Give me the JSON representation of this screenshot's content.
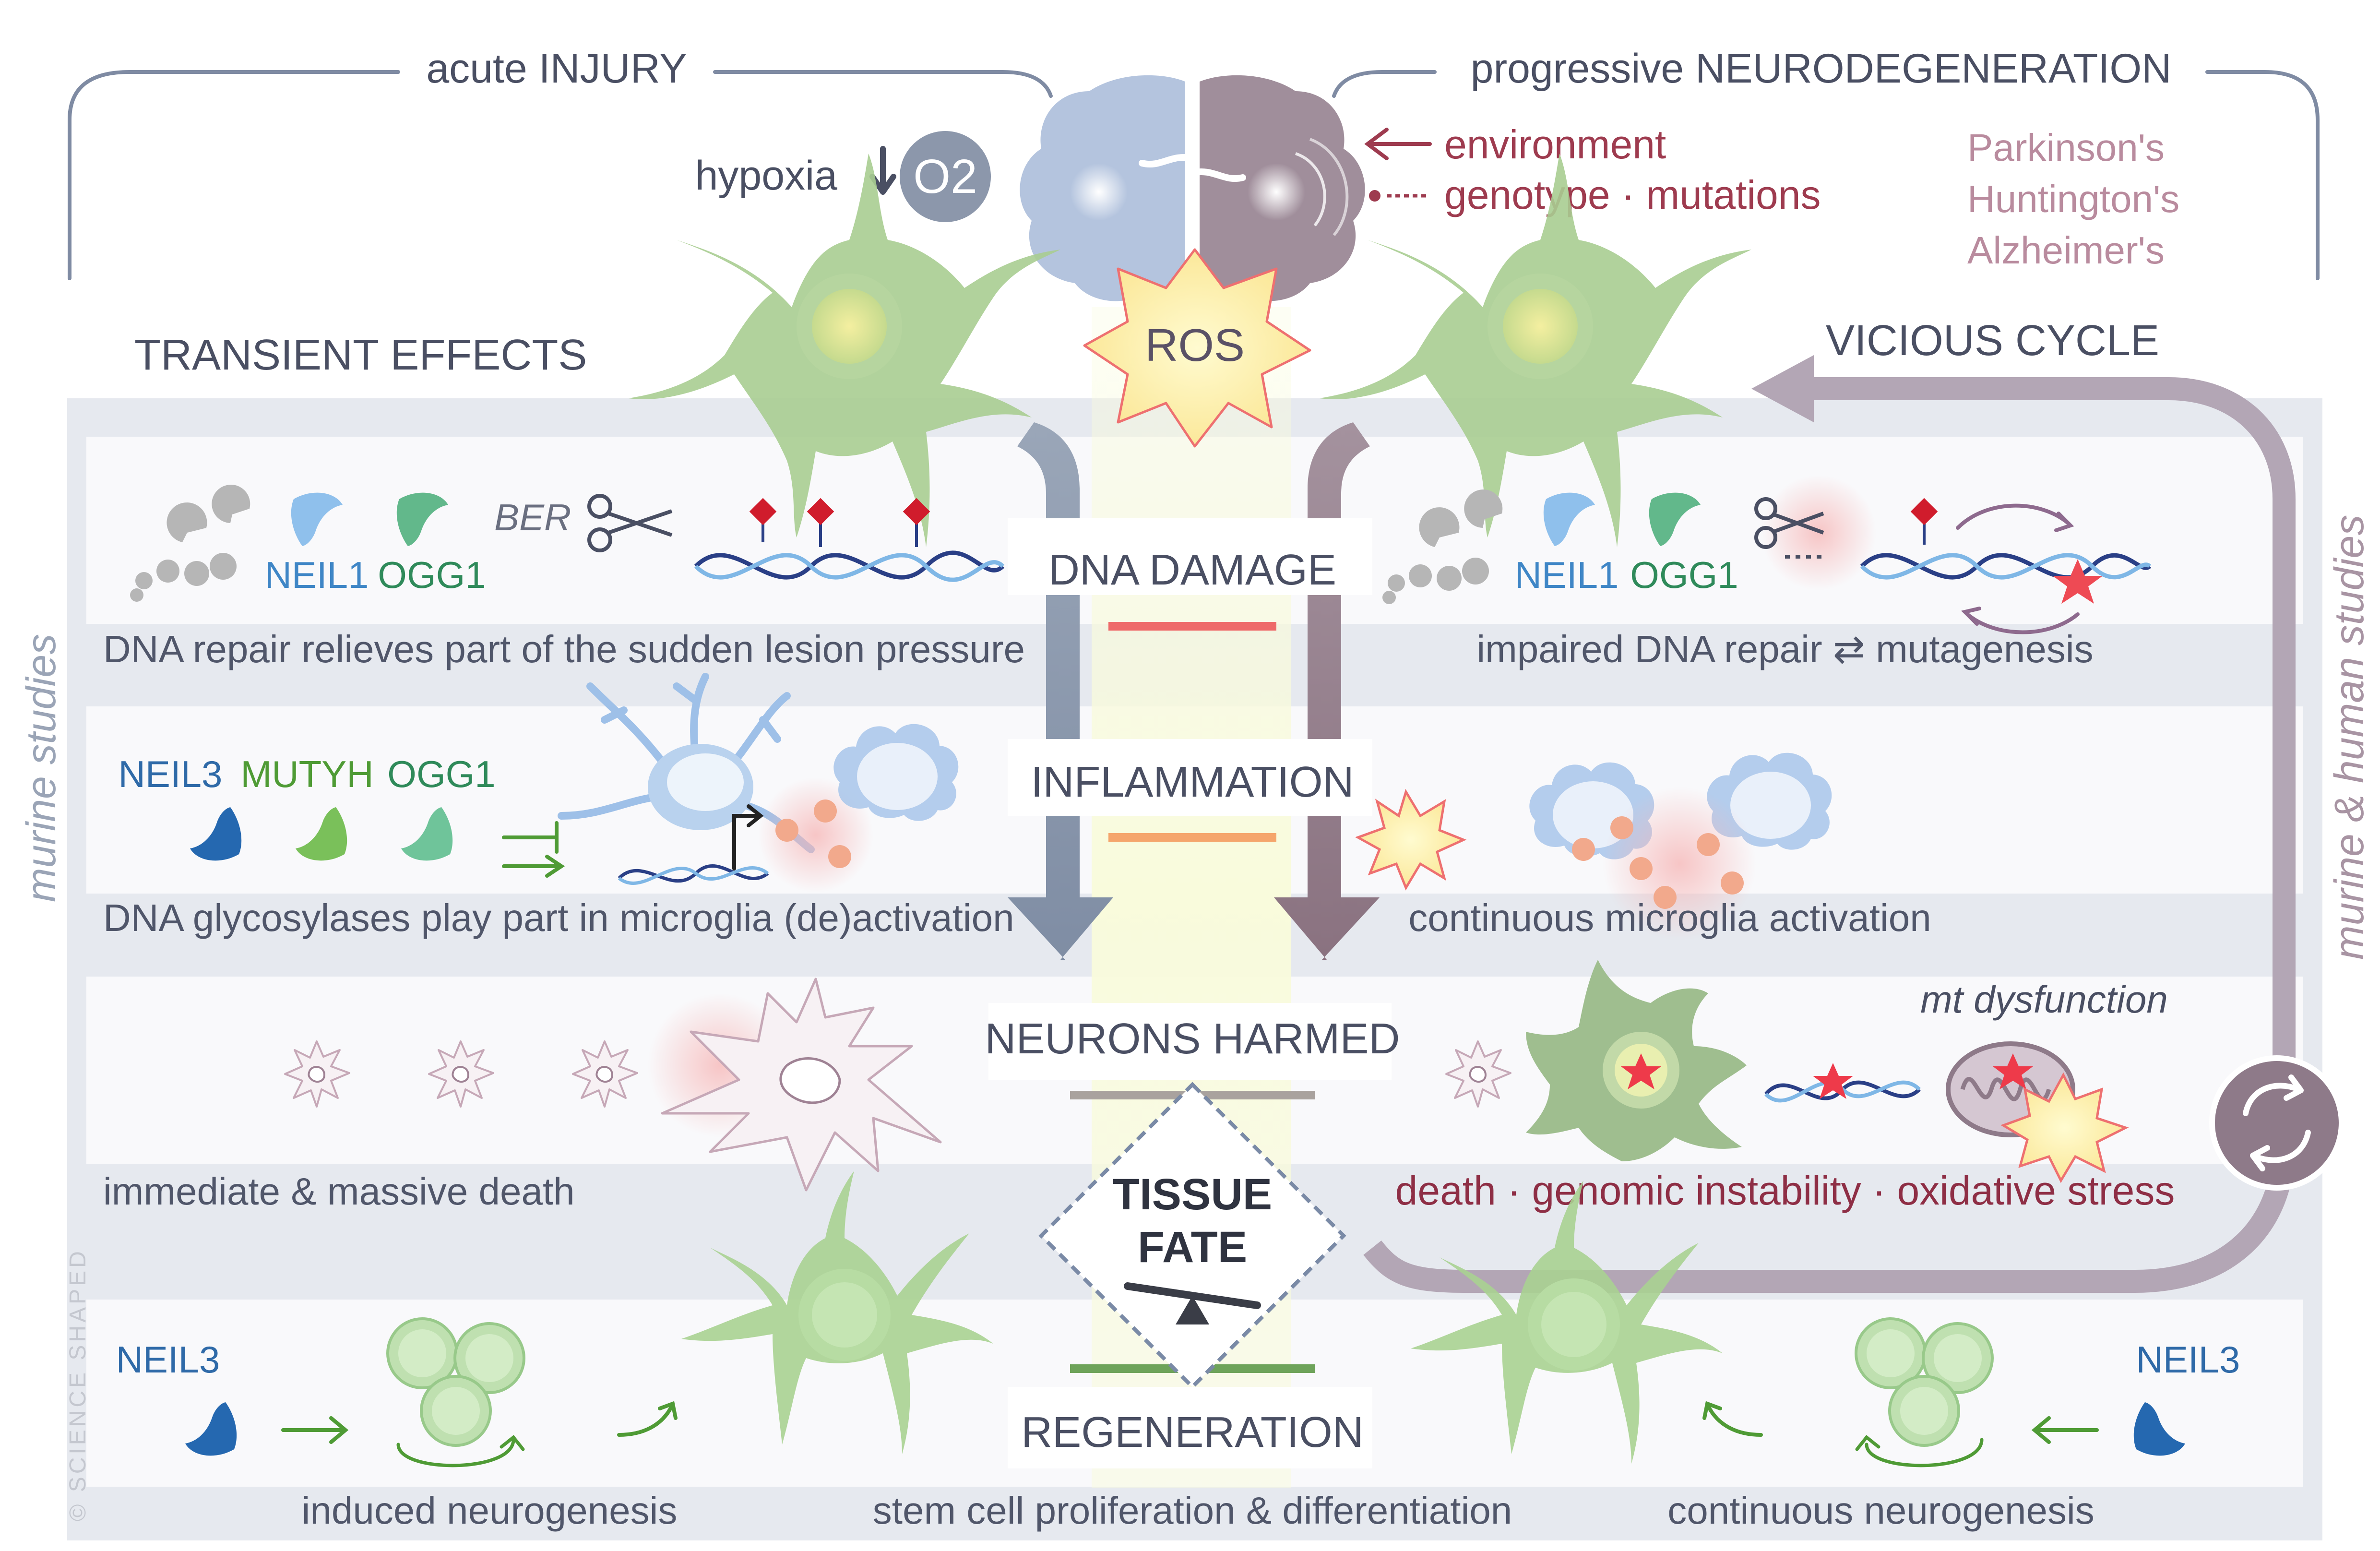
{
  "header": {
    "left_title": "acute INJURY",
    "right_title": "progressive NEURODEGENERATION"
  },
  "hypoxia": {
    "label": "hypoxia",
    "oxygen": "O2"
  },
  "risk_factors": {
    "environment": "environment",
    "genotype": "genotype · mutations"
  },
  "diseases": [
    "Parkinson's",
    "Huntington's",
    "Alzheimer's"
  ],
  "ros_label": "ROS",
  "side_labels": {
    "left_heading": "TRANSIENT EFFECTS",
    "right_heading": "VICIOUS CYCLE",
    "left_vertical": "murine studies",
    "right_vertical": "murine & human studies"
  },
  "rows": {
    "dna_damage": {
      "title": "DNA DAMAGE",
      "left_enzymes": [
        "NEIL1",
        "OGG1"
      ],
      "ber": "BER",
      "right_enzymes": [
        "NEIL1",
        "OGG1"
      ],
      "left_caption": "DNA repair relieves part of the sudden lesion pressure",
      "right_caption": "impaired DNA repair ⇄ mutagenesis"
    },
    "inflammation": {
      "title": "INFLAMMATION",
      "left_enzymes": [
        "NEIL3",
        "MUTYH",
        "OGG1"
      ],
      "left_caption": "DNA glycosylases play part in microglia (de)activation",
      "right_caption": "continuous microglia activation"
    },
    "neurons": {
      "title": "NEURONS HARMED",
      "mt_label": "mt dysfunction",
      "left_caption": "immediate & massive death",
      "right_caption": "death · genomic instability · oxidative stress"
    },
    "tissue_fate": {
      "line1": "TISSUE",
      "line2": "FATE"
    },
    "regeneration": {
      "title": "REGENERATION",
      "left_enzyme": "NEIL3",
      "right_enzyme": "NEIL3",
      "left_caption": "induced neurogenesis",
      "center_caption": "stem cell proliferation & differentiation",
      "right_caption": "continuous neurogenesis"
    }
  },
  "watermark": "© SCIENCE SHAPED",
  "colors": {
    "neil1": "#3f86c6",
    "ogg1": "#2f8a5a",
    "mutyh": "#4f9b35",
    "neil3": "#2f6aa8",
    "disease": "#8e2e45",
    "neuron": "#a5c98e",
    "band": "#e6e8ee",
    "cycle": "#b3a6b5"
  }
}
